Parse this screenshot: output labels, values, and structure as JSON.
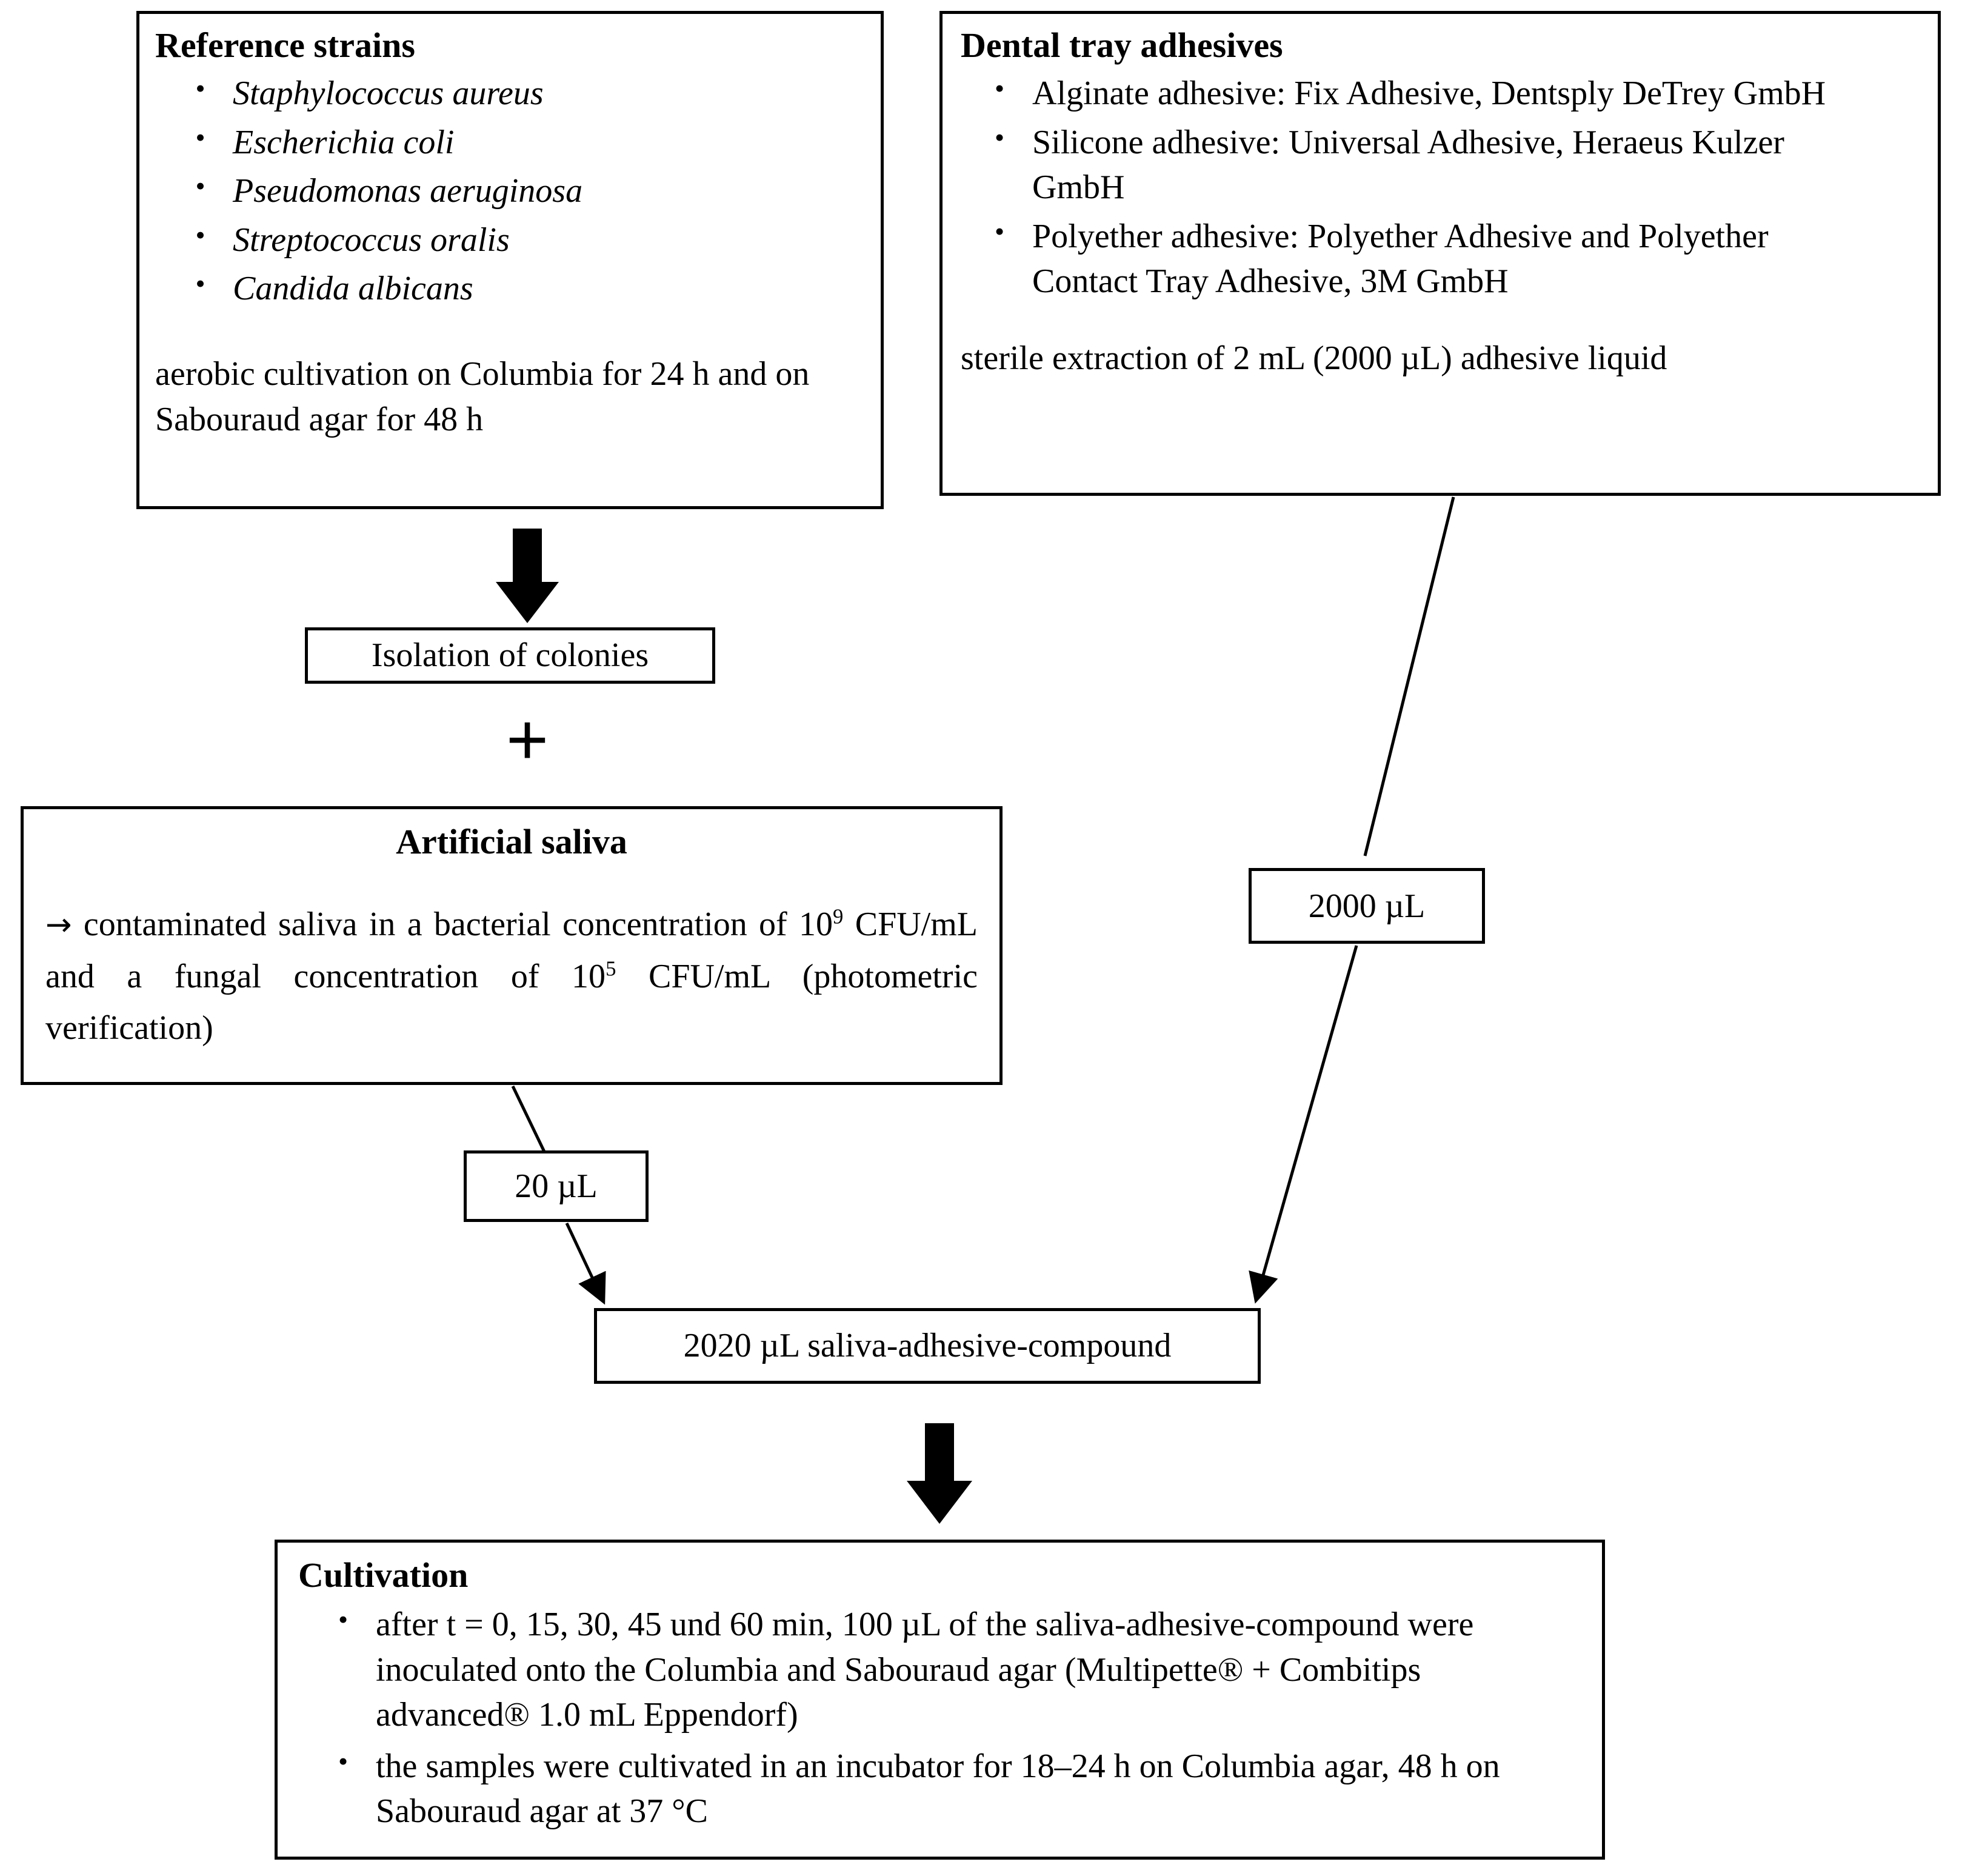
{
  "diagram": {
    "type": "flowchart",
    "title_visible": false
  },
  "reference_strains": {
    "title": "Reference strains",
    "strains": [
      "Staphylococcus aureus",
      "Escherichia coli",
      "Pseudomonas aeruginosa",
      "Streptococcus oralis",
      "Candida albicans"
    ],
    "note": "aerobic cultivation on Columbia for 24 h and on Sabouraud agar for 48 h"
  },
  "dental_tray_adhesives": {
    "title": "Dental tray adhesives",
    "adhesives": [
      "Alginate adhesive: Fix Adhesive, Dentsply DeTrey GmbH",
      "Silicone adhesive: Universal Adhesive, Heraeus Kulzer GmbH",
      "Polyether adhesive: Polyether Adhesive and Polyether Contact Tray Adhesive, 3M GmbH"
    ],
    "note": "sterile extraction of 2 mL (2000 µL) adhesive liquid"
  },
  "isolation": {
    "label": "Isolation of colonies"
  },
  "plus": {
    "symbol": "+"
  },
  "artificial_saliva": {
    "title": "Artificial saliva",
    "arrow_glyph": "→",
    "text_part1": "contaminated saliva in a bacterial concentration of 10",
    "sup1": "9",
    "text_part2": " CFU/mL and a fungal concentration of 10",
    "sup2": "5",
    "text_part3": " CFU/mL (photometric verification)"
  },
  "volume_labels": {
    "saliva_volume": "20 µL",
    "adhesive_volume": "2000 µL"
  },
  "compound": {
    "label": "2020 µL saliva-adhesive-compound"
  },
  "cultivation": {
    "title": "Cultivation",
    "steps": [
      "after t = 0, 15, 30, 45 und 60 min, 100 µL of the saliva-adhesive-compound were inoculated onto the Columbia and Sabouraud agar (Multipette® + Combitips advanced® 1.0 mL Eppendorf)",
      "the samples were cultivated in an incubator for 18–24 h on Columbia agar, 48 h on Sabouraud agar at 37 °C"
    ]
  },
  "colors": {
    "stroke": "#000000",
    "background": "#ffffff",
    "text": "#000000"
  }
}
